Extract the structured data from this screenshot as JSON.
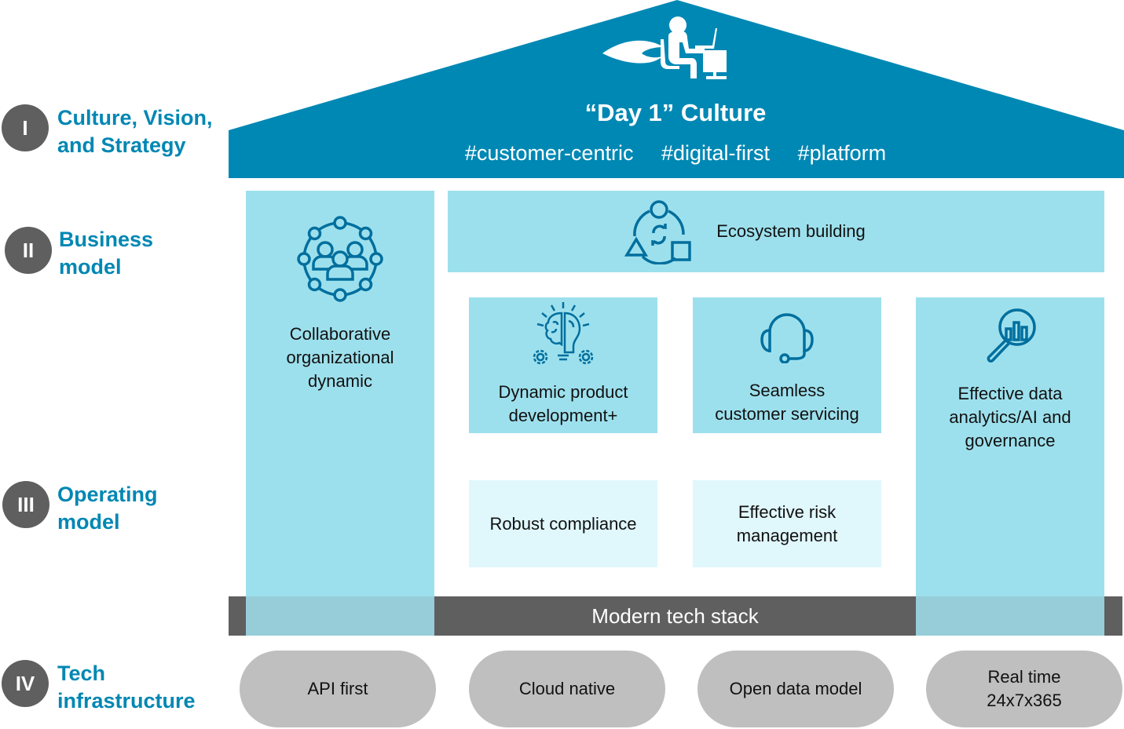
{
  "colors": {
    "roof": "#0088b4",
    "pillar": "#9de0ed",
    "light_box": "#e0f7fc",
    "tech_bar": "#5f5f5f",
    "pill": "#bfbfbf",
    "label_blue": "#0087b3",
    "numeral_circle": "#5f5f5f"
  },
  "layers": [
    {
      "numeral": "I",
      "label": "Culture, Vision,\nand Strategy"
    },
    {
      "numeral": "II",
      "label": "Business\nmodel"
    },
    {
      "numeral": "III",
      "label": "Operating\nmodel"
    },
    {
      "numeral": "IV",
      "label": "Tech\ninfrastructure"
    }
  ],
  "roof": {
    "icon": "person-at-desk-icon",
    "title": "“Day 1” Culture",
    "tags": [
      "#customer-centric",
      "#digital-first",
      "#platform"
    ]
  },
  "pillars": {
    "left": {
      "icon": "network-people-icon",
      "label": "Collaborative\norganizational\ndynamic"
    },
    "ecosystem": {
      "icon": "ecosystem-cycle-icon",
      "label": "Ecosystem building"
    },
    "product": {
      "icon": "brain-lightbulb-icon",
      "label": "Dynamic product\ndevelopment+"
    },
    "servicing": {
      "icon": "headset-icon",
      "label": "Seamless\ncustomer servicing"
    },
    "analytics": {
      "icon": "magnifier-chart-icon",
      "label": "Effective data\nanalytics/AI and\ngovernance"
    },
    "compliance": {
      "label": "Robust compliance"
    },
    "risk": {
      "label": "Effective risk\nmanagement"
    }
  },
  "tech_stack": {
    "label": "Modern tech stack"
  },
  "infrastructure": [
    {
      "label": "API first"
    },
    {
      "label": "Cloud native"
    },
    {
      "label": "Open data model"
    },
    {
      "label": "Real time\n24x7x365"
    }
  ]
}
